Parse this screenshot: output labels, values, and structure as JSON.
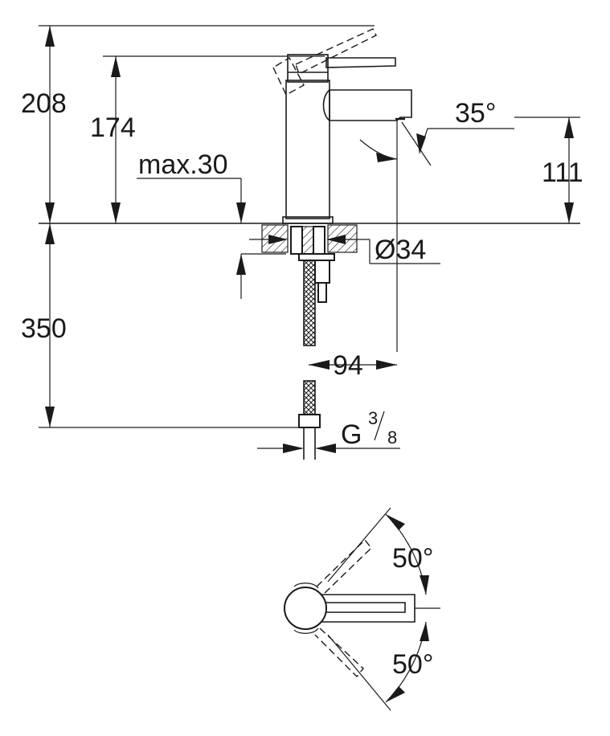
{
  "dimensions": {
    "total_height": "208",
    "lever_height": "174",
    "max_thickness": "max.30",
    "spout_angle": "35°",
    "spout_height": "111",
    "hole_diameter": "Ø34",
    "below_counter": "350",
    "spout_reach": "94",
    "thread_main": "G",
    "thread_num": "3",
    "thread_den": "8",
    "rotation_top": "50°",
    "rotation_bottom": "50°"
  }
}
